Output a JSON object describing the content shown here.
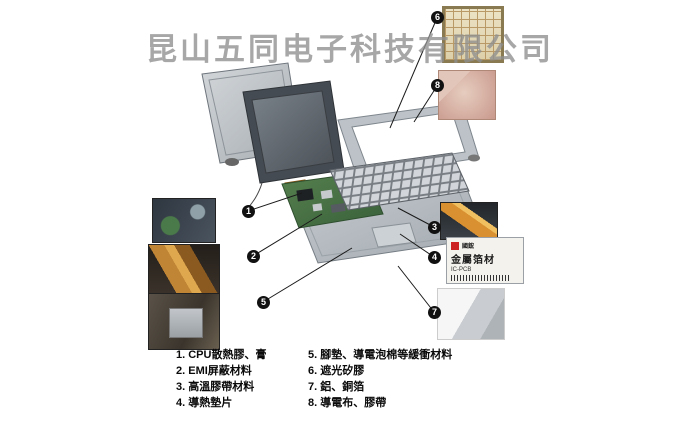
{
  "watermark": "昆山五同电子科技有限公司",
  "callouts": [
    "1",
    "2",
    "3",
    "4",
    "5",
    "6",
    "7",
    "8"
  ],
  "legend": {
    "left": [
      "1. CPU散熱膠、膏",
      "2. EMI屏蔽材料",
      "3. 高溫膠帶材料",
      "4. 導熱墊片"
    ],
    "right": [
      "5. 腳墊、導電泡棉等緩衝材料",
      "6. 遮光矽膠",
      "7. 鋁、銅箔",
      "8. 導電布、膠帶"
    ]
  },
  "label_photo": {
    "brand": "國鋐",
    "title": "金屬箔材",
    "subtitle": "IC-PCB"
  }
}
